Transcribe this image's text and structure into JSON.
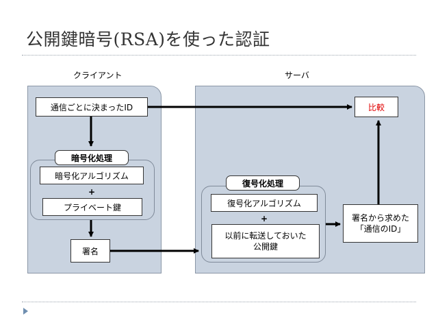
{
  "title": "公開鍵暗号(RSA)を使った認証",
  "columns": {
    "client": "クライアント",
    "server": "サーバ"
  },
  "client": {
    "session_id": "通信ごとに決まったID",
    "encrypt_group": "暗号化処理",
    "encrypt_algorithm": "暗号化アルゴリズム",
    "plus": "+",
    "private_key": "プライベート鍵",
    "signature": "署名"
  },
  "server": {
    "compare": "比較",
    "decrypt_group": "復号化処理",
    "decrypt_algorithm": "復号化アルゴリズム",
    "plus": "+",
    "public_key": "以前に転送しておいた\n公開鍵",
    "recovered_id": "署名から求めた\n「通信のID」"
  },
  "colors": {
    "panel_fill": "#c9d3e0",
    "compare_text": "#e00000",
    "arrow": "#000000"
  }
}
